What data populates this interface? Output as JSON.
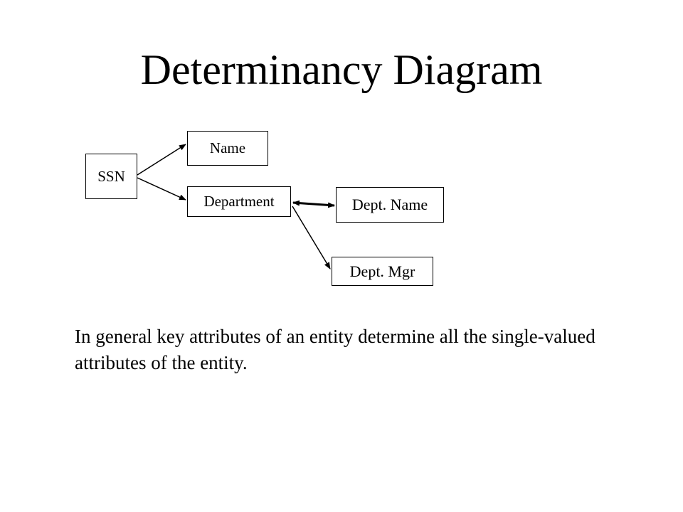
{
  "slide": {
    "title": "Determinancy Diagram",
    "statement": "In general key attributes of an entity determine all the single-valued attributes of the entity."
  },
  "diagram": {
    "nodes": {
      "ssn": "SSN",
      "name": "Name",
      "department": "Department",
      "dept_name": "Dept. Name",
      "dept_mgr": "Dept. Mgr"
    },
    "edges": [
      {
        "from": "ssn",
        "to": "name"
      },
      {
        "from": "ssn",
        "to": "department"
      },
      {
        "from": "department",
        "to": "dept_name",
        "bidirectional": true
      },
      {
        "from": "department",
        "to": "dept_mgr"
      }
    ],
    "line_color": "#000000"
  }
}
